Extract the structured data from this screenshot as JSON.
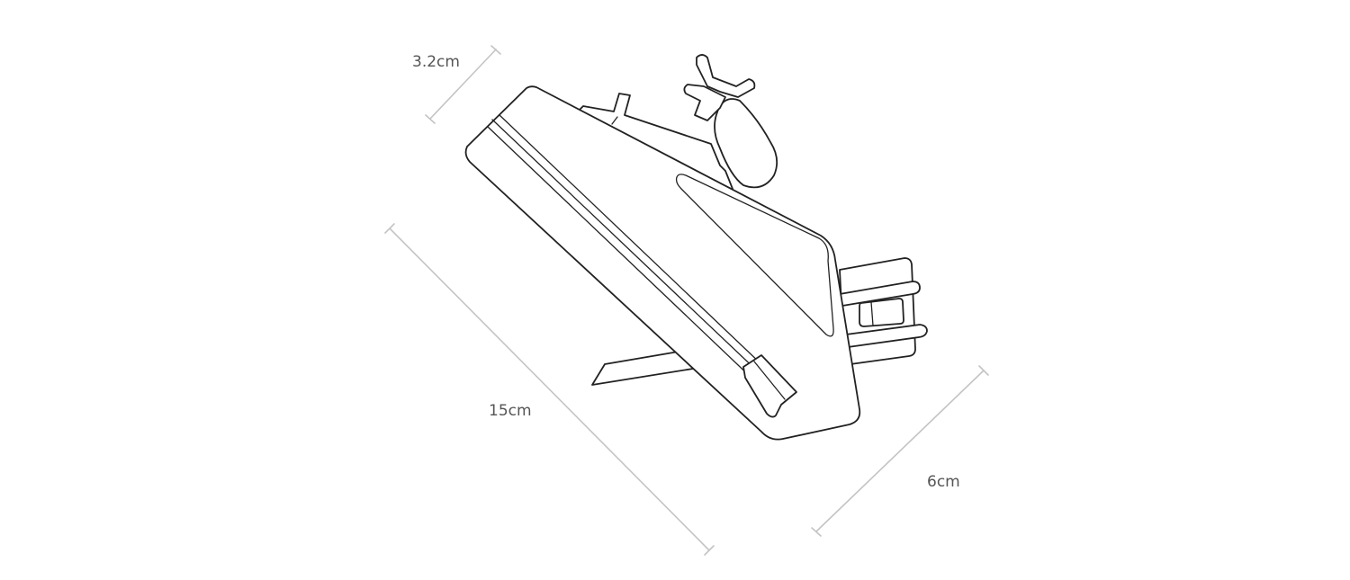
{
  "dimensions": {
    "depth": "3.2cm",
    "length": "15cm",
    "width": "6cm"
  },
  "colors": {
    "background": "#ffffff",
    "dimension_line": "#c4c4c4",
    "dimension_text": "#555555",
    "outline": "#222222"
  }
}
